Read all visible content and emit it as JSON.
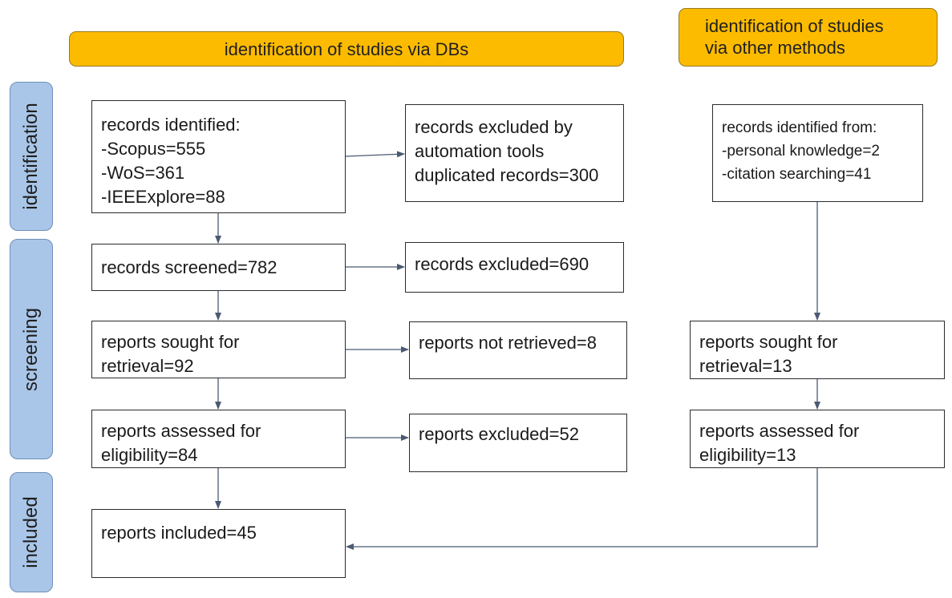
{
  "headers": {
    "databases": "identification of studies via DBs",
    "other_line1": "identification of studies",
    "other_line2": "via other methods"
  },
  "phases": {
    "identification": "identification",
    "screening": "screening",
    "included": "included"
  },
  "boxes": {
    "records_identified": [
      "records identified:",
      "-Scopus=555",
      "-WoS=361",
      "-IEEExplore=88"
    ],
    "records_excluded_automation": [
      "records excluded by",
      "automation tools",
      "duplicated records=300"
    ],
    "records_screened": [
      "records screened=782"
    ],
    "records_excluded": [
      "records excluded=690"
    ],
    "reports_sought": [
      "reports sought for",
      "retrieval=92"
    ],
    "reports_not_retrieved": [
      "reports not retrieved=8"
    ],
    "reports_assessed": [
      "reports assessed for",
      "eligibility=84"
    ],
    "reports_excluded": [
      "reports excluded=52"
    ],
    "reports_included": [
      "reports included=45"
    ],
    "other_records_identified": [
      "records identified from:",
      "-personal knowledge=2",
      "-citation searching=41"
    ],
    "other_reports_sought": [
      "reports sought for",
      "retrieval=13"
    ],
    "other_reports_assessed": [
      "reports assessed for",
      "eligibility=13"
    ]
  },
  "colors": {
    "header_fill": "#fdbb00",
    "phase_fill": "#a9c6e8",
    "arrow": "#4a5a72"
  }
}
